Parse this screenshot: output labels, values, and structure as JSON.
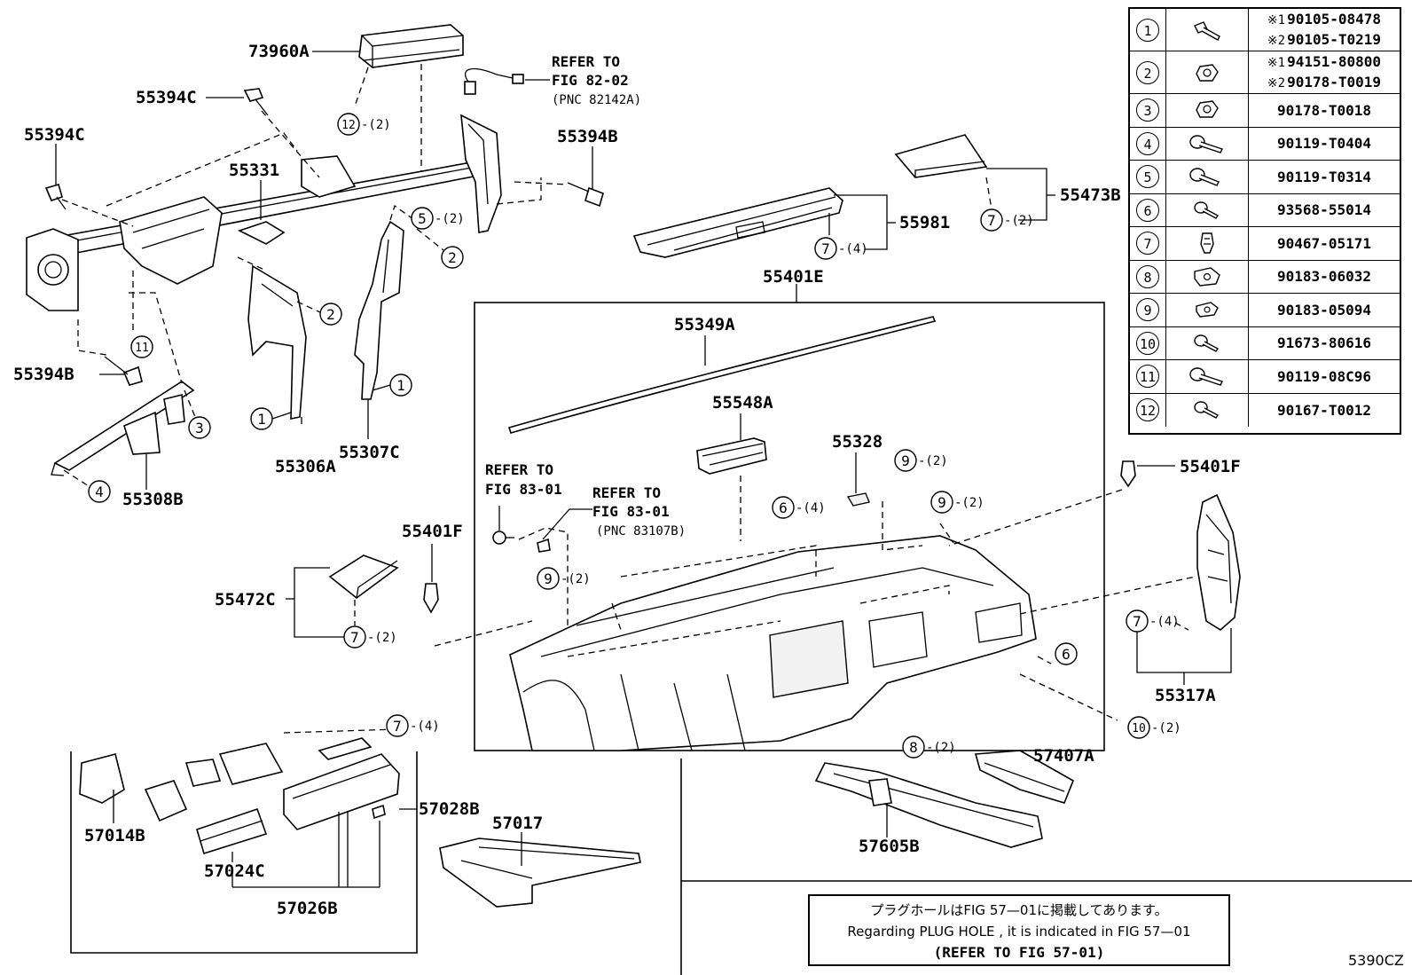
{
  "labels": {
    "p73960A": "73960A",
    "p55394C_a": "55394C",
    "p55394C_b": "55394C",
    "p55331": "55331",
    "p55394B_a": "55394B",
    "p55394B_b": "55394B",
    "p55306A": "55306A",
    "p55307C": "55307C",
    "p55308B": "55308B",
    "p55981": "55981",
    "p55473B": "55473B",
    "p55401E": "55401E",
    "p55349A": "55349A",
    "p55548A": "55548A",
    "p55328": "55328",
    "p55401F_a": "55401F",
    "p55401F_b": "55401F",
    "p55472C": "55472C",
    "p55317A": "55317A",
    "p57014B": "57014B",
    "p57024C": "57024C",
    "p57026B": "57026B",
    "p57028B": "57028B",
    "p57017": "57017",
    "p57605B": "57605B",
    "p57407A": "57407A"
  },
  "refs": {
    "fig8202_l1": "REFER TO",
    "fig8202_l2": "FIG 82-02",
    "fig8202_pnc": "(PNC 82142A)",
    "fig8301a_l1": "REFER TO",
    "fig8301a_l2": "FIG 83-01",
    "fig8301b_l1": "REFER TO",
    "fig8301b_l2": "FIG 83-01",
    "fig8301b_pnc": "(PNC 83107B)"
  },
  "callouts": {
    "c12": {
      "num": "12",
      "qty": "-(2)"
    },
    "c5": {
      "num": "5",
      "qty": "-(2)"
    },
    "c2a": {
      "num": "2",
      "qty": ""
    },
    "c2b": {
      "num": "2",
      "qty": ""
    },
    "c11": {
      "num": "11",
      "qty": ""
    },
    "c1a": {
      "num": "1",
      "qty": ""
    },
    "c1b": {
      "num": "1",
      "qty": ""
    },
    "c3": {
      "num": "3",
      "qty": ""
    },
    "c4": {
      "num": "4",
      "qty": ""
    },
    "c7_981": {
      "num": "7",
      "qty": "-(4)"
    },
    "c7_473": {
      "num": "7",
      "qty": "-(2)"
    },
    "c9a": {
      "num": "9",
      "qty": "-(2)"
    },
    "c9b": {
      "num": "9",
      "qty": "-(2)"
    },
    "c9c": {
      "num": "9",
      "qty": "-(2)"
    },
    "c6a": {
      "num": "6",
      "qty": "-(4)"
    },
    "c6b": {
      "num": "6",
      "qty": ""
    },
    "c7_472": {
      "num": "7",
      "qty": "-(2)"
    },
    "c7_317": {
      "num": "7",
      "qty": "-(4)"
    },
    "c10": {
      "num": "10",
      "qty": "-(2)"
    },
    "c7_bot": {
      "num": "7",
      "qty": "-(4)"
    },
    "c8": {
      "num": "8",
      "qty": "-(2)"
    }
  },
  "legend": [
    {
      "num": "1",
      "icon": "flange-bolt-icon",
      "m1": "※1",
      "p1": "90105-08478",
      "m2": "※2",
      "p2": "90105-T0219"
    },
    {
      "num": "2",
      "icon": "flange-nut-icon",
      "m1": "※1",
      "p1": "94151-80800",
      "m2": "※2",
      "p2": "90178-T0019"
    },
    {
      "num": "3",
      "icon": "flange-nut-icon",
      "part": "90178-T0018"
    },
    {
      "num": "4",
      "icon": "bolt-washer-icon",
      "part": "90119-T0404"
    },
    {
      "num": "5",
      "icon": "bolt-washer-icon",
      "part": "90119-T0314"
    },
    {
      "num": "6",
      "icon": "screw-icon",
      "part": "93568-55014"
    },
    {
      "num": "7",
      "icon": "clip-icon",
      "part": "90467-05171"
    },
    {
      "num": "8",
      "icon": "u-nut-icon",
      "part": "90183-06032"
    },
    {
      "num": "9",
      "icon": "u-nut-icon",
      "part": "90183-05094"
    },
    {
      "num": "10",
      "icon": "screw-icon",
      "part": "91673-80616"
    },
    {
      "num": "11",
      "icon": "bolt-washer-icon",
      "part": "90119-08C96"
    },
    {
      "num": "12",
      "icon": "screw-icon",
      "part": "90167-T0012"
    }
  ],
  "note": {
    "jp": "プラグホールはFIG 57—01に掲載してあります。",
    "en": "Regarding PLUG HOLE , it is indicated in FIG 57—01",
    "ref": "(REFER TO FIG 57-01)"
  },
  "figure_code": "5390CZ"
}
